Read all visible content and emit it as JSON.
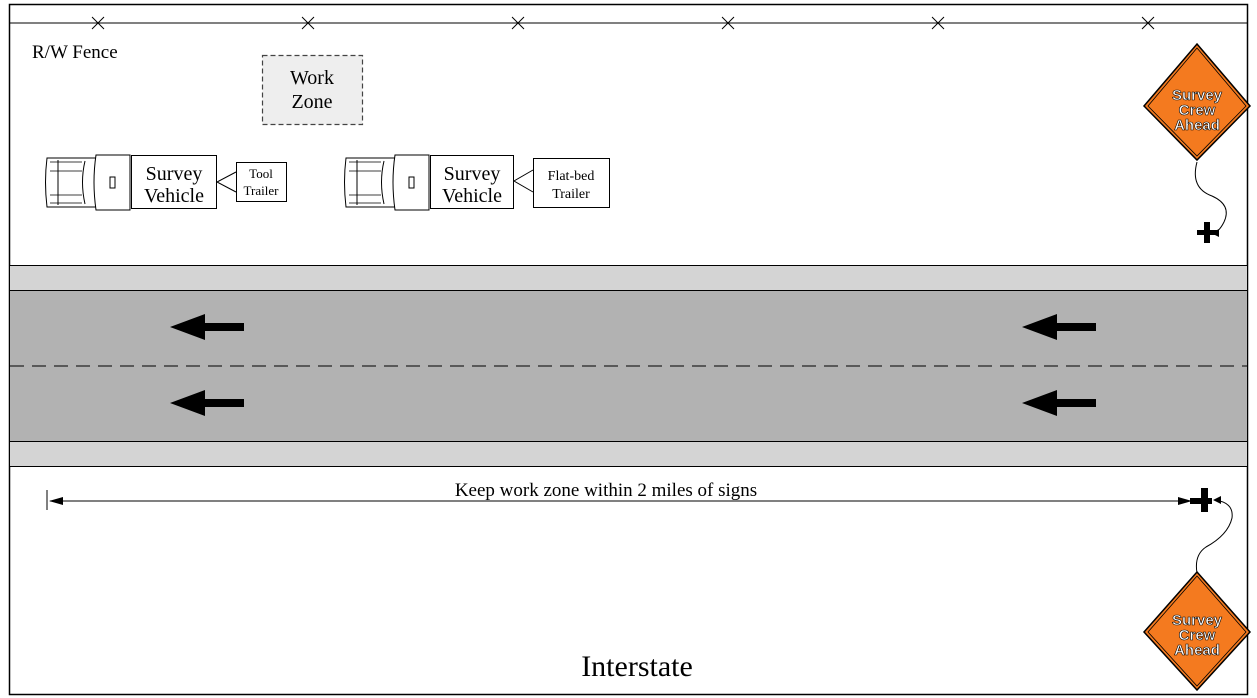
{
  "labels": {
    "fence": "R/W Fence",
    "work_zone_line1": "Work",
    "work_zone_line2": "Zone",
    "distance_note": "Keep work zone within 2 miles of signs",
    "road_name": "Interstate"
  },
  "vehicles": [
    {
      "line1": "Survey",
      "line2": "Vehicle",
      "trailer_line1": "Tool",
      "trailer_line2": "Trailer"
    },
    {
      "line1": "Survey",
      "line2": "Vehicle",
      "trailer_line1": "Flat-bed",
      "trailer_line2": "Trailer"
    }
  ],
  "signs": [
    {
      "line1": "Survey",
      "line2": "Crew",
      "line3": "Ahead"
    },
    {
      "line1": "Survey",
      "line2": "Crew",
      "line3": "Ahead"
    }
  ],
  "colors": {
    "road": "#b2b2b2",
    "shoulder": "#d4d4d4",
    "sign_fill": "#f47a1f",
    "work_zone_fill": "#eeeeee",
    "ink": "#000000"
  },
  "traffic_direction": "left"
}
